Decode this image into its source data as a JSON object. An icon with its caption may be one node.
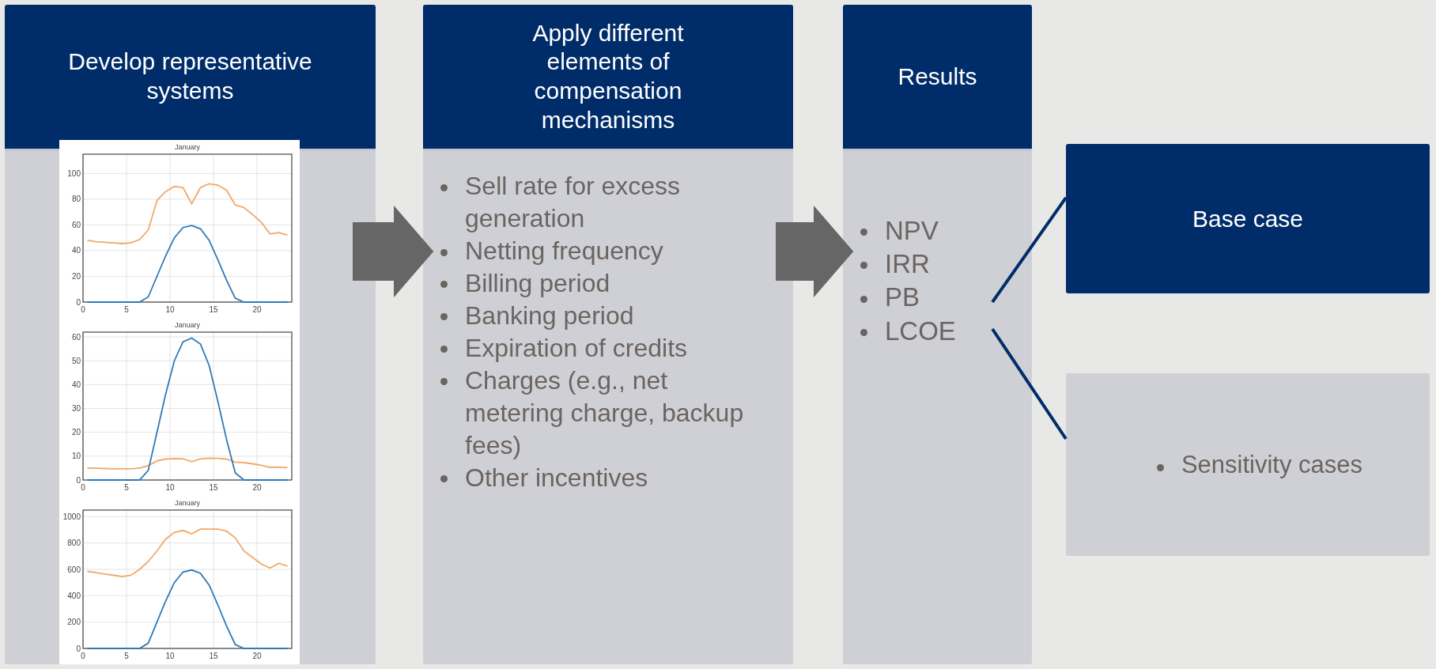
{
  "diagram": {
    "nodes": [
      {
        "text": [
          "Develop representative systems"
        ]
      },
      {
        "text": [
          "Apply different elements of compensation mechanisms",
          "Sell rate for excess generation",
          "Netting frequency",
          "Billing period",
          "Banking period",
          "Expiration of credits",
          "Charges (e.g., net metering charge, backup fees)",
          "Other incentives"
        ]
      },
      {
        "text": [
          "Results",
          "NPV",
          "IRR",
          "PB",
          "LCOE"
        ]
      },
      {
        "text": [
          "Base case"
        ]
      },
      {
        "text": [
          "Sensitivity cases"
        ]
      }
    ],
    "edges": [
      {
        "from": 0,
        "to": 1,
        "arrow": "to",
        "style": "thick",
        "color": "#666666"
      },
      {
        "from": 1,
        "to": 2,
        "arrow": "to",
        "style": "thick",
        "color": "#666666"
      },
      {
        "from": 2,
        "to": 3,
        "arrow": "none",
        "color": "#002d6a"
      },
      {
        "from": 2,
        "to": 4,
        "arrow": "none",
        "color": "#002d6a"
      }
    ],
    "chart_data": [
      {
        "type": "line",
        "title": "January",
        "x": [
          0.5,
          1.5,
          2.5,
          3.5,
          4.5,
          5.5,
          6.5,
          7.5,
          8.5,
          9.5,
          10.5,
          11.5,
          12.5,
          13.5,
          14.5,
          15.5,
          16.5,
          17.5,
          18.5,
          19.5,
          20.5,
          21.5,
          22.5,
          23.5
        ],
        "xlim": [
          0,
          24
        ],
        "ylim": [
          0,
          115
        ],
        "grid": true,
        "xticks": [
          0,
          5,
          10,
          15,
          20
        ],
        "yticks": [
          0,
          20,
          40,
          60,
          80,
          100
        ],
        "series": [
          {
            "color": "#f0a868",
            "values": [
              48,
              47,
              46.5,
              46,
              45.5,
              46,
              48.5,
              56,
              79,
              86,
              90,
              89,
              76.5,
              89,
              92,
              91,
              87,
              75.5,
              73.5,
              68,
              62,
              53,
              54,
              52
            ]
          },
          {
            "color": "#2e7ab8",
            "values": [
              0,
              0,
              0,
              0,
              0,
              0,
              0,
              4,
              20,
              36,
              50,
              58,
              59.5,
              57,
              48,
              33,
              17,
              3,
              0,
              0,
              0,
              0,
              0,
              0
            ]
          }
        ]
      },
      {
        "type": "line",
        "title": "January",
        "x": [
          0.5,
          1.5,
          2.5,
          3.5,
          4.5,
          5.5,
          6.5,
          7.5,
          8.5,
          9.5,
          10.5,
          11.5,
          12.5,
          13.5,
          14.5,
          15.5,
          16.5,
          17.5,
          18.5,
          19.5,
          20.5,
          21.5,
          22.5,
          23.5
        ],
        "xlim": [
          0,
          24
        ],
        "ylim": [
          0,
          62
        ],
        "grid": true,
        "xticks": [
          0,
          5,
          10,
          15,
          20
        ],
        "yticks": [
          0,
          10,
          20,
          30,
          40,
          50,
          60
        ],
        "series": [
          {
            "color": "#f0a868",
            "values": [
              5,
              4.9,
              4.8,
              4.7,
              4.7,
              4.7,
              5,
              6,
              8,
              8.8,
              9,
              8.9,
              7.7,
              8.9,
              9.2,
              9.1,
              8.8,
              7.5,
              7.3,
              6.8,
              6.2,
              5.3,
              5.4,
              5.2
            ]
          },
          {
            "color": "#2e7ab8",
            "values": [
              0,
              0,
              0,
              0,
              0,
              0,
              0,
              4,
              20,
              36,
              50,
              58,
              59.5,
              57,
              48,
              33,
              17,
              3,
              0,
              0,
              0,
              0,
              0,
              0
            ]
          }
        ]
      },
      {
        "type": "line",
        "title": "January",
        "x": [
          0.5,
          1.5,
          2.5,
          3.5,
          4.5,
          5.5,
          6.5,
          7.5,
          8.5,
          9.5,
          10.5,
          11.5,
          12.5,
          13.5,
          14.5,
          15.5,
          16.5,
          17.5,
          18.5,
          19.5,
          20.5,
          21.5,
          22.5,
          23.5
        ],
        "xlim": [
          0,
          24
        ],
        "ylim": [
          0,
          1050
        ],
        "grid": true,
        "xticks": [
          0,
          5,
          10,
          15,
          20
        ],
        "yticks": [
          0,
          200,
          400,
          600,
          800,
          1000
        ],
        "series": [
          {
            "color": "#f0a868",
            "values": [
              585,
              575,
              565,
              555,
              545,
              555,
              600,
              660,
              740,
              830,
              880,
              895,
              870,
              905,
              905,
              905,
              890,
              840,
              740,
              690,
              640,
              610,
              645,
              625
            ]
          },
          {
            "color": "#2e7ab8",
            "values": [
              0,
              0,
              0,
              0,
              0,
              0,
              0,
              40,
              200,
              360,
              500,
              580,
              595,
              570,
              480,
              330,
              170,
              30,
              0,
              0,
              0,
              0,
              0,
              0
            ]
          }
        ]
      }
    ]
  }
}
